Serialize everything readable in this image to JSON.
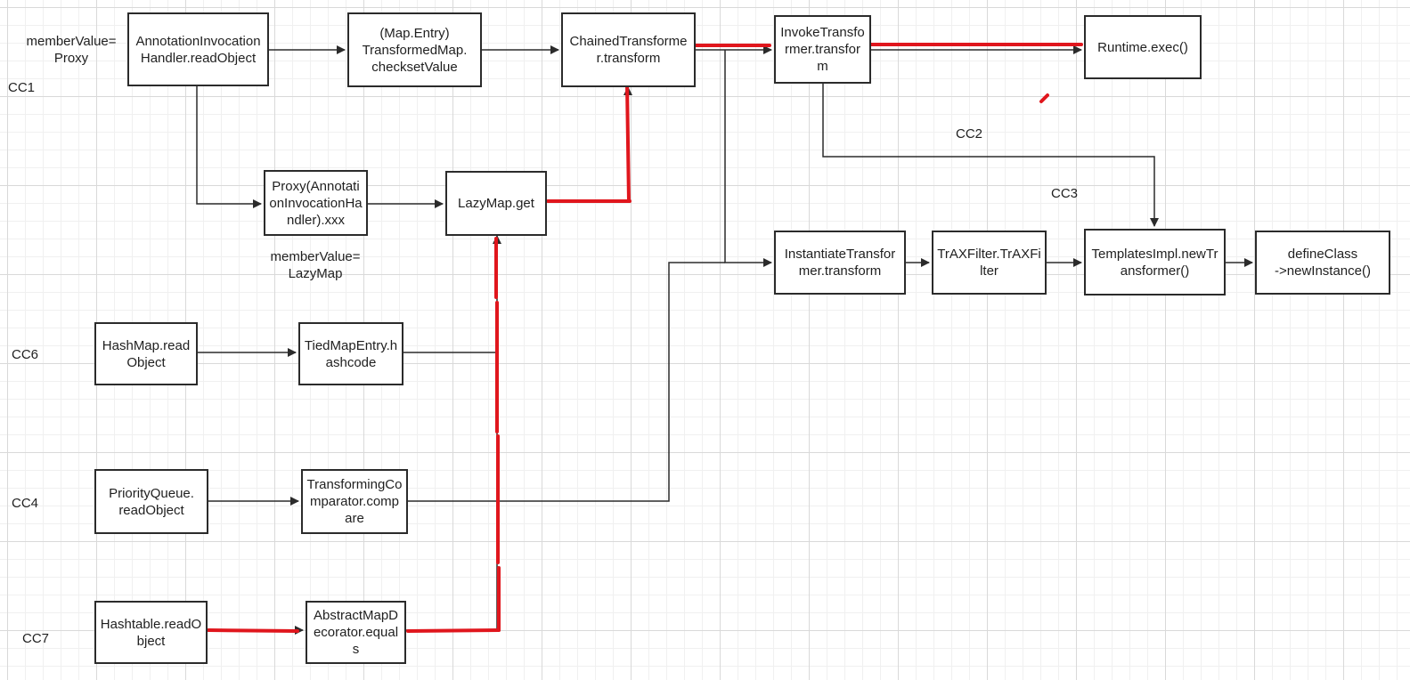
{
  "colors": {
    "line": "#2b2b2b",
    "highlight": "#e0161d",
    "grid": "#d9d9d9"
  },
  "nodes": {
    "annotation_invocation_handler": "AnnotationInvocationHandler.readObject",
    "transformed_map": "(Map.Entry)\nTransformedMap.\nchecksetValue",
    "chained_transformer": "ChainedTransformer.transform",
    "invoke_transformer": "InvokeTransformer.transform",
    "runtime_exec": "Runtime.exec()",
    "proxy": "Proxy(AnnotationInvocationHandler).xxx",
    "lazymap_get": "LazyMap.get",
    "instantiate_transformer": "InstantiateTransformer.transform",
    "trax_filter": "TrAXFilter.TrAXFilter",
    "templates_impl": "TemplatesImpl.newTransformer()",
    "define_class": "defineClass\n->newInstance()",
    "hashmap": "HashMap.readObject",
    "tied_map_entry": "TiedMapEntry.hashcode",
    "priority_queue": "PriorityQueue.\nreadObject",
    "transforming_comparator": "TransformingComparator.compare",
    "hashtable": "Hashtable.readObject",
    "abstract_map_decorator": "AbstractMapDecorator.equals"
  },
  "labels": {
    "member_value_proxy": "memberValue=\nProxy",
    "member_value_lazymap": "memberValue=\nLazyMap",
    "cc1": "CC1",
    "cc2": "CC2",
    "cc3": "CC3",
    "cc6": "CC6",
    "cc4": "CC4",
    "cc7": "CC7"
  }
}
